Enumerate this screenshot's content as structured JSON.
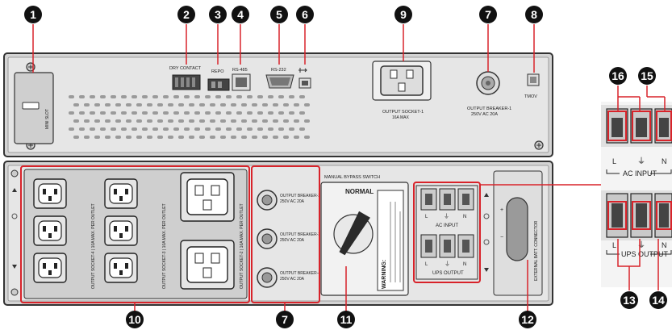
{
  "callouts": [
    "1",
    "2",
    "3",
    "4",
    "5",
    "6",
    "9",
    "7",
    "8",
    "16",
    "15",
    "10",
    "7",
    "11",
    "12",
    "13",
    "14"
  ],
  "top_unit": {
    "mini_slot": "MINI SLOT",
    "dry_contact": "DRY CONTACT",
    "repo": "REPO",
    "rs485": "RS-485",
    "rs232": "RS-232",
    "output_socket_1": "OUTPUT SOCKET-1",
    "output_socket_1_rating": "16A MAX",
    "output_breaker_1": "OUTPUT BREAKER-1",
    "output_breaker_1_rating": "250V AC 20A",
    "tmov": "TMOV"
  },
  "bottom_unit": {
    "socket_group_1": "OUTPUT SOCKET-4 | 10A MAX. PER OUTLET",
    "socket_group_2": "OUTPUT SOCKET-3 | 10A MAX. PER OUTLET",
    "socket_group_3": "OUTPUT SOCKET-2 | 16A MAX. PER OUTLET",
    "breaker_2": "OUTPUT BREAKER-2",
    "breaker_3": "OUTPUT BREAKER-3",
    "breaker_4": "OUTPUT BREAKER-4",
    "breaker_rating": "250V AC 20A",
    "bypass_title": "MANUAL BYPASS SWITCH",
    "bypass_normal": "NORMAL",
    "warning": "WARNING:",
    "ac_input": "AC INPUT",
    "ups_output": "UPS OUTPUT",
    "term_l": "L",
    "term_n": "N",
    "ext_batt": "EXTERNAL BATT. CONNECTOR"
  },
  "detail": {
    "ac_input": "AC INPUT",
    "ups_output": "UPS OUTPUT",
    "term_l": "L",
    "term_n": "N"
  }
}
